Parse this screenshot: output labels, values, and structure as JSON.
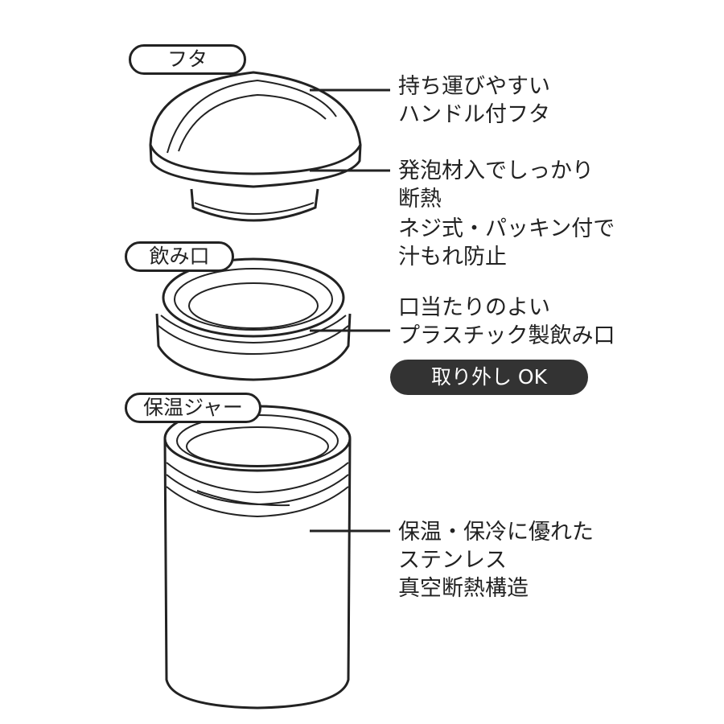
{
  "labels": {
    "lid": "フタ",
    "mouthpiece": "飲み口",
    "jar": "保温ジャー"
  },
  "callouts": {
    "handle": [
      "持ち運びやすい",
      "ハンドル付フタ"
    ],
    "insulation": [
      "発泡材入でしっかり",
      "断熱"
    ],
    "screw": [
      "ネジ式・パッキン付で",
      "汁もれ防止"
    ],
    "mouth": [
      "口当たりのよい",
      "プラスチック製飲み口"
    ],
    "removable": "取り外し OK",
    "vacuum": [
      "保温・保冷に優れた",
      "ステンレス",
      "真空断熱構造"
    ]
  },
  "colors": {
    "line": "#222222",
    "badge": "#333333"
  }
}
